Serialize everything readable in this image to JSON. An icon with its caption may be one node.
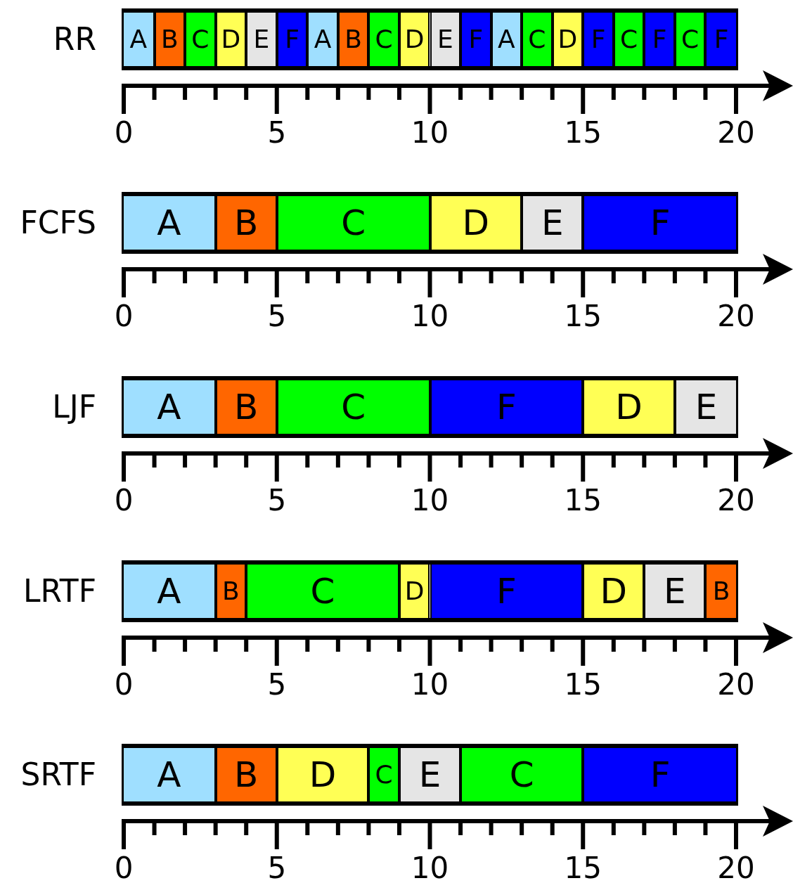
{
  "diagram": {
    "nodes": [
      {
        "text": [
          "RR"
        ]
      },
      {
        "text": [
          "A"
        ],
        "in": 0
      },
      {
        "text": [
          "B"
        ],
        "in": 0
      },
      {
        "text": [
          "C"
        ],
        "in": 0
      },
      {
        "text": [
          "D"
        ],
        "in": 0
      },
      {
        "text": [
          "E"
        ],
        "in": 0
      },
      {
        "text": [
          "F"
        ],
        "in": 0
      },
      {
        "text": [
          "A"
        ],
        "in": 0
      },
      {
        "text": [
          "B"
        ],
        "in": 0
      },
      {
        "text": [
          "C"
        ],
        "in": 0
      },
      {
        "text": [
          "D"
        ],
        "in": 0
      },
      {
        "text": [
          "E"
        ],
        "in": 0
      },
      {
        "text": [
          "F"
        ],
        "in": 0
      },
      {
        "text": [
          "A"
        ],
        "in": 0
      },
      {
        "text": [
          "C"
        ],
        "in": 0
      },
      {
        "text": [
          "D"
        ],
        "in": 0
      },
      {
        "text": [
          "F"
        ],
        "in": 0
      },
      {
        "text": [
          "C"
        ],
        "in": 0
      },
      {
        "text": [
          "F"
        ],
        "in": 0
      },
      {
        "text": [
          "C"
        ],
        "in": 0
      },
      {
        "text": [
          "F"
        ],
        "in": 0
      },
      {
        "text": [
          "FCFS"
        ]
      },
      {
        "text": [
          "A"
        ],
        "in": 21
      },
      {
        "text": [
          "B"
        ],
        "in": 21
      },
      {
        "text": [
          "C"
        ],
        "in": 21
      },
      {
        "text": [
          "D"
        ],
        "in": 21
      },
      {
        "text": [
          "E"
        ],
        "in": 21
      },
      {
        "text": [
          "F"
        ],
        "in": 21
      },
      {
        "text": [
          "LJF"
        ]
      },
      {
        "text": [
          "A"
        ],
        "in": 28
      },
      {
        "text": [
          "B"
        ],
        "in": 28
      },
      {
        "text": [
          "C"
        ],
        "in": 28
      },
      {
        "text": [
          "F"
        ],
        "in": 28
      },
      {
        "text": [
          "D"
        ],
        "in": 28
      },
      {
        "text": [
          "E"
        ],
        "in": 28
      },
      {
        "text": [
          "LRTF"
        ]
      },
      {
        "text": [
          "A"
        ],
        "in": 35
      },
      {
        "text": [
          "B"
        ],
        "in": 35
      },
      {
        "text": [
          "C"
        ],
        "in": 35
      },
      {
        "text": [
          "D"
        ],
        "in": 35
      },
      {
        "text": [
          "F"
        ],
        "in": 35
      },
      {
        "text": [
          "D"
        ],
        "in": 35
      },
      {
        "text": [
          "E"
        ],
        "in": 35
      },
      {
        "text": [
          "B"
        ],
        "in": 35
      },
      {
        "text": [
          "SRTF"
        ]
      },
      {
        "text": [
          "A"
        ],
        "in": 44
      },
      {
        "text": [
          "B"
        ],
        "in": 44
      },
      {
        "text": [
          "D"
        ],
        "in": 44
      },
      {
        "text": [
          "C"
        ],
        "in": 44
      },
      {
        "text": [
          "E"
        ],
        "in": 44
      },
      {
        "text": [
          "C"
        ],
        "in": 44
      },
      {
        "text": [
          "F"
        ],
        "in": 44
      }
    ],
    "labels": [
      "0",
      "5",
      "10",
      "15",
      "20",
      "0",
      "5",
      "10",
      "15",
      "20",
      "0",
      "5",
      "10",
      "15",
      "20",
      "0",
      "5",
      "10",
      "15",
      "20",
      "0",
      "5",
      "10",
      "15",
      "20"
    ]
  }
}
